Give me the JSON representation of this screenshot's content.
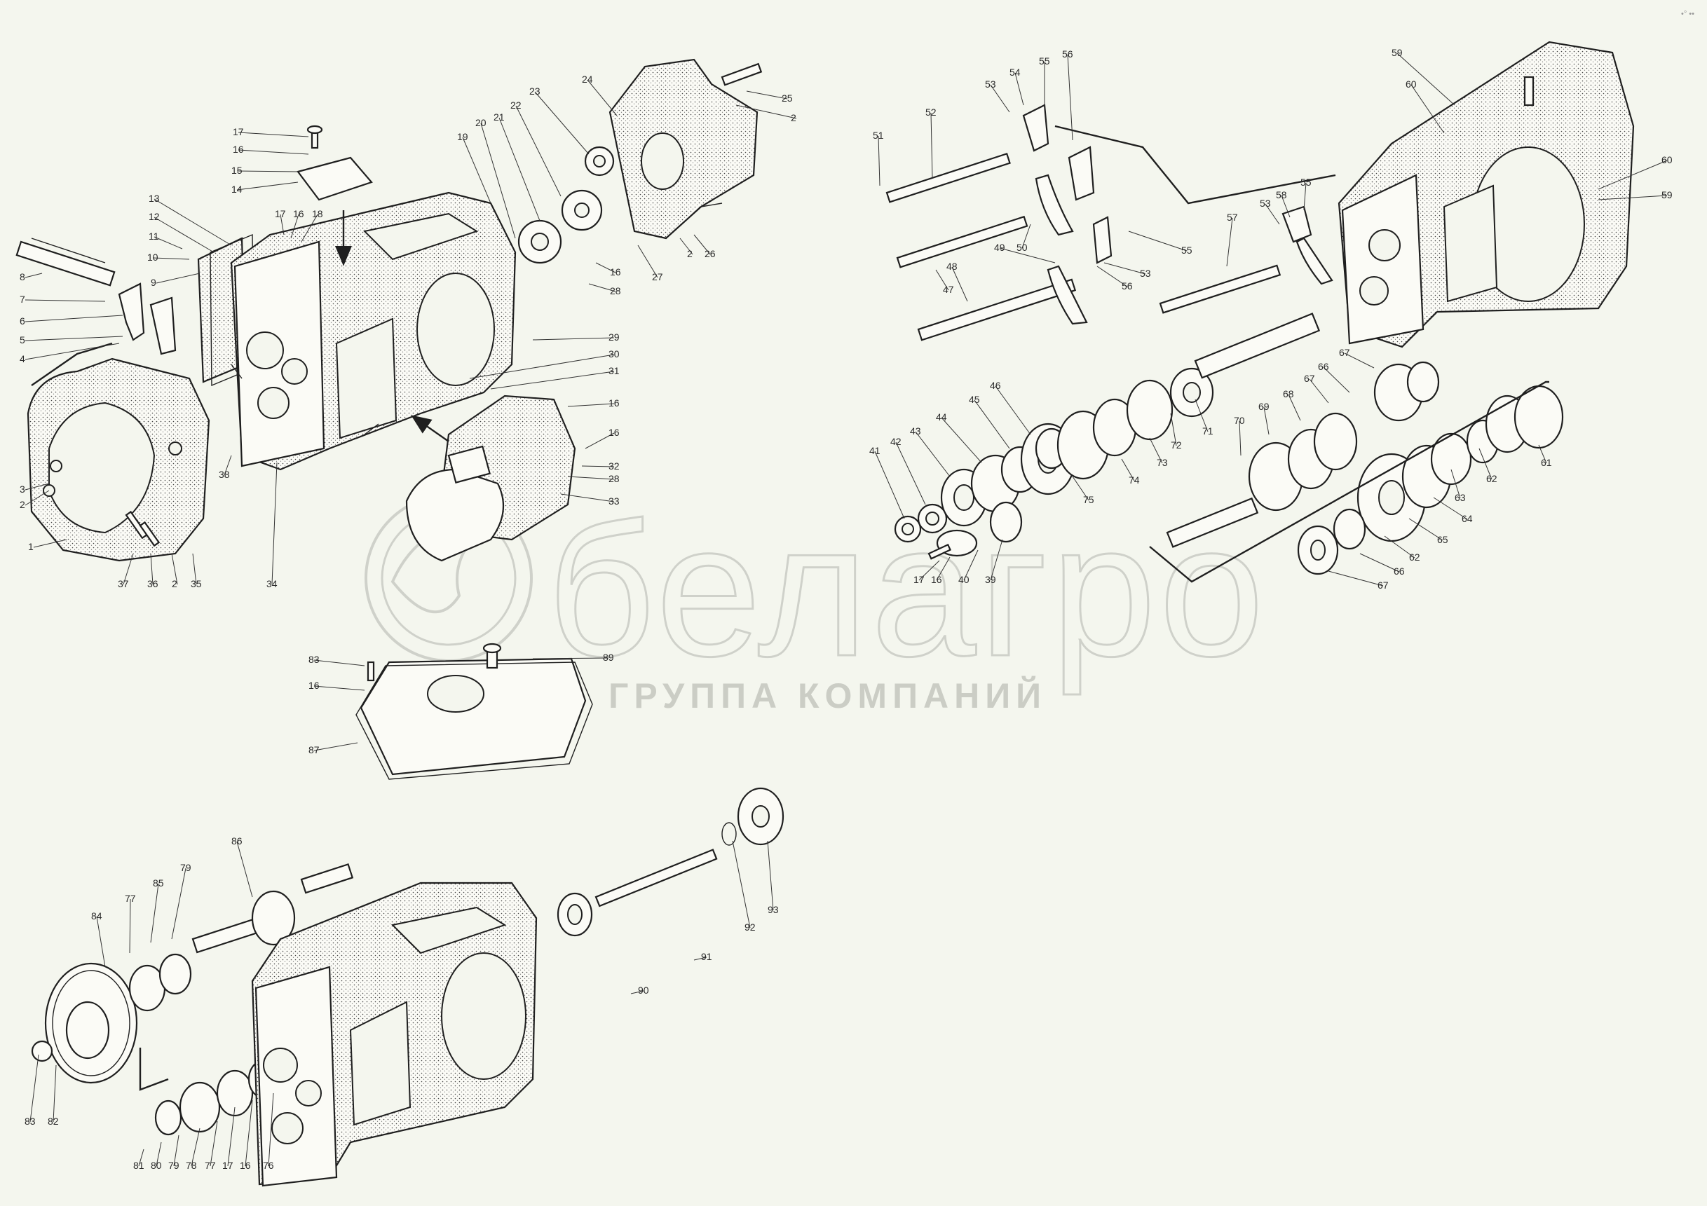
{
  "watermark": {
    "brand": "белагро",
    "subtitle": "ГРУППА КОМПАНИЙ"
  },
  "page_badge": "•° ••",
  "callouts": [
    {
      "id": "c1",
      "text": "1"
    },
    {
      "id": "c2",
      "text": "2"
    },
    {
      "id": "c3",
      "text": "3"
    },
    {
      "id": "c4",
      "text": "4"
    },
    {
      "id": "c5",
      "text": "5"
    },
    {
      "id": "c6",
      "text": "6"
    },
    {
      "id": "c7",
      "text": "7"
    },
    {
      "id": "c8",
      "text": "8"
    },
    {
      "id": "c9",
      "text": "9"
    },
    {
      "id": "c10",
      "text": "10"
    },
    {
      "id": "c11",
      "text": "11"
    },
    {
      "id": "c12",
      "text": "12"
    },
    {
      "id": "c13",
      "text": "13"
    },
    {
      "id": "c14",
      "text": "14"
    },
    {
      "id": "c15",
      "text": "15"
    },
    {
      "id": "c16a",
      "text": "16"
    },
    {
      "id": "c17a",
      "text": "17"
    },
    {
      "id": "c17b",
      "text": "17"
    },
    {
      "id": "c16b",
      "text": "16"
    },
    {
      "id": "c18",
      "text": "18"
    },
    {
      "id": "c19",
      "text": "19"
    },
    {
      "id": "c20",
      "text": "20"
    },
    {
      "id": "c21",
      "text": "21"
    },
    {
      "id": "c22",
      "text": "22"
    },
    {
      "id": "c23",
      "text": "23"
    },
    {
      "id": "c24",
      "text": "24"
    },
    {
      "id": "c25",
      "text": "25"
    },
    {
      "id": "c2b",
      "text": "2"
    },
    {
      "id": "c26",
      "text": "26"
    },
    {
      "id": "c2c",
      "text": "2"
    },
    {
      "id": "c27",
      "text": "27"
    },
    {
      "id": "c16c",
      "text": "16"
    },
    {
      "id": "c28a",
      "text": "28"
    },
    {
      "id": "c29",
      "text": "29"
    },
    {
      "id": "c30",
      "text": "30"
    },
    {
      "id": "c31",
      "text": "31"
    },
    {
      "id": "c16d",
      "text": "16"
    },
    {
      "id": "c16e",
      "text": "16"
    },
    {
      "id": "c32",
      "text": "32"
    },
    {
      "id": "c28b",
      "text": "28"
    },
    {
      "id": "c33",
      "text": "33"
    },
    {
      "id": "c34",
      "text": "34"
    },
    {
      "id": "c35",
      "text": "35"
    },
    {
      "id": "c2d",
      "text": "2"
    },
    {
      "id": "c36",
      "text": "36"
    },
    {
      "id": "c37",
      "text": "37"
    },
    {
      "id": "c38",
      "text": "38"
    },
    {
      "id": "c51",
      "text": "51"
    },
    {
      "id": "c52",
      "text": "52"
    },
    {
      "id": "c53a",
      "text": "53"
    },
    {
      "id": "c54",
      "text": "54"
    },
    {
      "id": "c55a",
      "text": "55"
    },
    {
      "id": "c56a",
      "text": "56"
    },
    {
      "id": "c50",
      "text": "50"
    },
    {
      "id": "c49",
      "text": "49"
    },
    {
      "id": "c47",
      "text": "47"
    },
    {
      "id": "c48",
      "text": "48"
    },
    {
      "id": "c55b",
      "text": "55"
    },
    {
      "id": "c53b",
      "text": "53"
    },
    {
      "id": "c56b",
      "text": "56"
    },
    {
      "id": "c57",
      "text": "57"
    },
    {
      "id": "c53c",
      "text": "53"
    },
    {
      "id": "c58",
      "text": "58"
    },
    {
      "id": "c55c",
      "text": "55"
    },
    {
      "id": "c59a",
      "text": "59"
    },
    {
      "id": "c60a",
      "text": "60"
    },
    {
      "id": "c60b",
      "text": "60"
    },
    {
      "id": "c59b",
      "text": "59"
    },
    {
      "id": "c41",
      "text": "41"
    },
    {
      "id": "c42",
      "text": "42"
    },
    {
      "id": "c43",
      "text": "43"
    },
    {
      "id": "c44",
      "text": "44"
    },
    {
      "id": "c45",
      "text": "45"
    },
    {
      "id": "c46",
      "text": "46"
    },
    {
      "id": "c75",
      "text": "75"
    },
    {
      "id": "c74",
      "text": "74"
    },
    {
      "id": "c73",
      "text": "73"
    },
    {
      "id": "c72",
      "text": "72"
    },
    {
      "id": "c71",
      "text": "71"
    },
    {
      "id": "c17c",
      "text": "17"
    },
    {
      "id": "c16f",
      "text": "16"
    },
    {
      "id": "c40",
      "text": "40"
    },
    {
      "id": "c39",
      "text": "39"
    },
    {
      "id": "c70",
      "text": "70"
    },
    {
      "id": "c69",
      "text": "69"
    },
    {
      "id": "c68",
      "text": "68"
    },
    {
      "id": "c67a",
      "text": "67"
    },
    {
      "id": "c66a",
      "text": "66"
    },
    {
      "id": "c67b",
      "text": "67"
    },
    {
      "id": "c61",
      "text": "61"
    },
    {
      "id": "c62a",
      "text": "62"
    },
    {
      "id": "c63",
      "text": "63"
    },
    {
      "id": "c64",
      "text": "64"
    },
    {
      "id": "c65",
      "text": "65"
    },
    {
      "id": "c62b",
      "text": "62"
    },
    {
      "id": "c66b",
      "text": "66"
    },
    {
      "id": "c67c",
      "text": "67"
    },
    {
      "id": "c83a",
      "text": "83"
    },
    {
      "id": "c16g",
      "text": "16"
    },
    {
      "id": "c89",
      "text": "89"
    },
    {
      "id": "c87",
      "text": "87"
    },
    {
      "id": "c86",
      "text": "86"
    },
    {
      "id": "c79a",
      "text": "79"
    },
    {
      "id": "c85",
      "text": "85"
    },
    {
      "id": "c77a",
      "text": "77"
    },
    {
      "id": "c84",
      "text": "84"
    },
    {
      "id": "c83b",
      "text": "83"
    },
    {
      "id": "c82",
      "text": "82"
    },
    {
      "id": "c81",
      "text": "81"
    },
    {
      "id": "c80",
      "text": "80"
    },
    {
      "id": "c79b",
      "text": "79"
    },
    {
      "id": "c78",
      "text": "78"
    },
    {
      "id": "c77b",
      "text": "77"
    },
    {
      "id": "c17d",
      "text": "17"
    },
    {
      "id": "c16h",
      "text": "16"
    },
    {
      "id": "c76",
      "text": "76"
    },
    {
      "id": "c90",
      "text": "90"
    },
    {
      "id": "c91",
      "text": "91"
    },
    {
      "id": "c92",
      "text": "92"
    },
    {
      "id": "c93",
      "text": "93"
    }
  ]
}
